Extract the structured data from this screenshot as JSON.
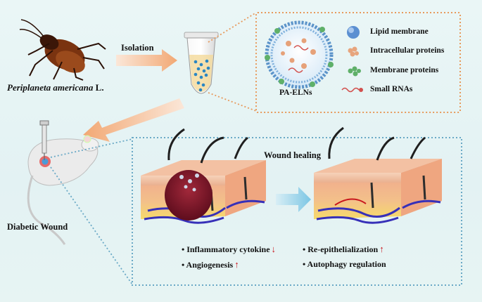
{
  "labels": {
    "species_genus_species": "Periplaneta americana",
    "species_suffix": " L.",
    "isolation": "Isolation",
    "particle": "PA-ELNs",
    "wound_healing": "Wound healing",
    "diabetic_wound": "Diabetic Wound"
  },
  "legend": [
    {
      "label": "Lipid membrane",
      "icon": "lipid-membrane-icon"
    },
    {
      "label": "Intracellular proteins",
      "icon": "intracellular-protein-icon"
    },
    {
      "label": "Membrane proteins",
      "icon": "membrane-protein-icon"
    },
    {
      "label": "Small RNAs",
      "icon": "small-rna-icon"
    }
  ],
  "outcomes": {
    "inflammatory": {
      "text": "• Inflammatory cytokine",
      "arrow": "↓"
    },
    "angiogenesis": {
      "text": "• Angiogenesis",
      "arrow": "↑"
    },
    "reepi": {
      "text": "• Re-epithelialization",
      "arrow": "↑"
    },
    "autophagy": {
      "text": "• Autophagy regulation"
    }
  },
  "colors": {
    "arrow_orange": "#f3b48a",
    "dotted_orange": "#e79a5c",
    "dotted_blue": "#6aa9c6",
    "vessel_blue": "#3730b8",
    "arrow_up_red": "#c8161d"
  }
}
